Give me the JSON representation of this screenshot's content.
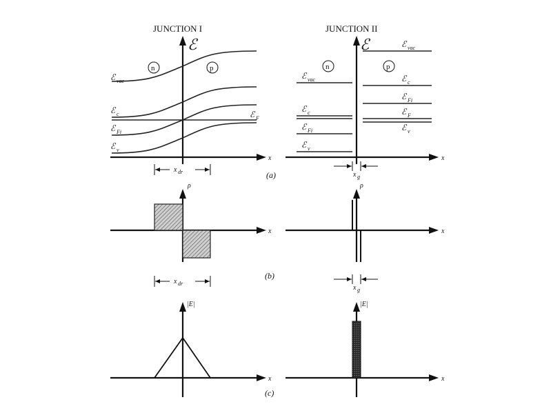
{
  "titles": {
    "junction1": "JUNCTION I",
    "junction2": "JUNCTION II"
  },
  "symbols": {
    "energy_axis": "ℰ",
    "x_axis": "x",
    "rho_axis": "ρ",
    "field_axis": "|E|",
    "scr": "ℰ",
    "vac_sub": "vac",
    "c_sub": "c",
    "fi_sub": "Fi",
    "v_sub": "v",
    "f_sub": "F",
    "x_main": "x",
    "dr_sub": "dr",
    "g_sub": "g"
  },
  "regions": {
    "n": "n",
    "p": "p"
  },
  "panels": {
    "a": "(a)",
    "b": "(b)",
    "c": "(c)"
  },
  "colors": {
    "ink": "#111111",
    "hatch": "#777777",
    "band": "#222222"
  }
}
